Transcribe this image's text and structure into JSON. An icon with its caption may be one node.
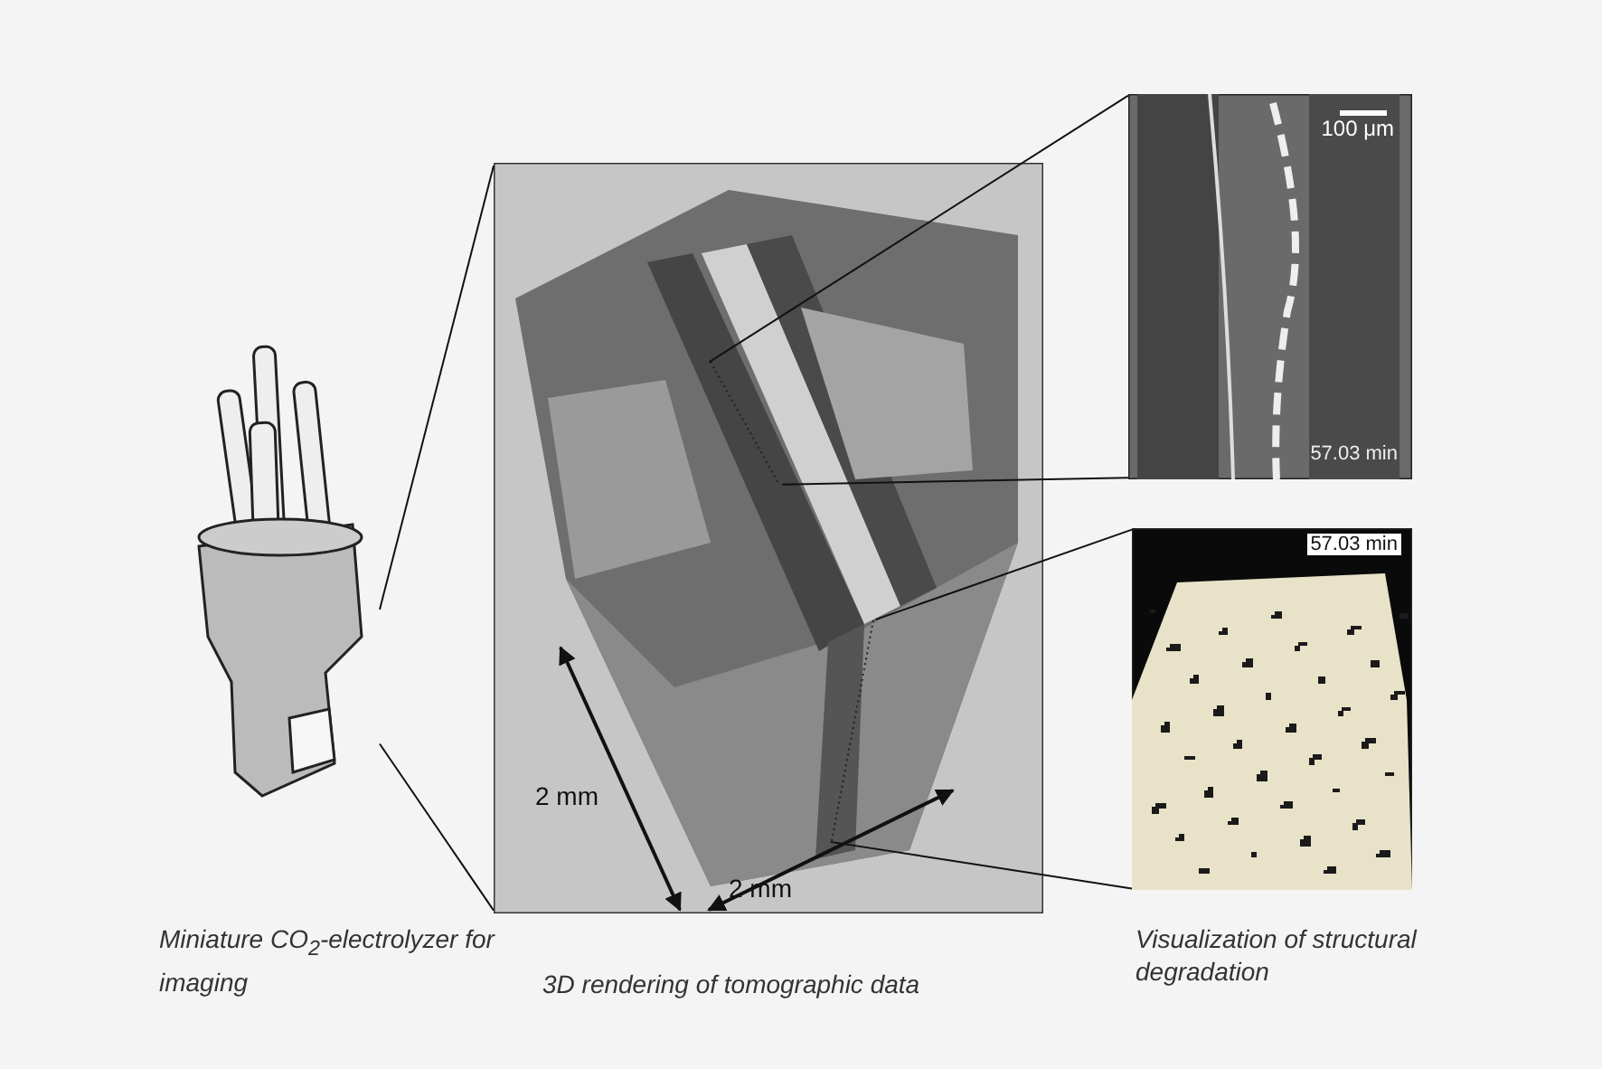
{
  "diagram": {
    "nodes": [
      {
        "text": [],
        "shape": "picture"
      },
      {
        "text": [],
        "shape": "picture"
      },
      {
        "text": [],
        "shape": "box",
        "in": 1
      },
      {
        "text": [],
        "shape": "box",
        "in": 1
      },
      {
        "text": [
          "100 μm",
          "57.03 min"
        ]
      },
      {
        "text": [
          "57.03 min"
        ]
      }
    ],
    "edges": [
      {
        "from": 0,
        "to": 1,
        "arrow": "none"
      },
      {
        "from": 0,
        "to": 1,
        "arrow": "none"
      },
      {
        "from": 2,
        "to": 4,
        "arrow": "none"
      },
      {
        "from": 2,
        "to": 4,
        "arrow": "none"
      },
      {
        "from": 3,
        "to": 5,
        "arrow": "none"
      },
      {
        "from": 3,
        "to": 5,
        "arrow": "none"
      }
    ],
    "labels": [
      "2 mm",
      "2 mm",
      "Miniature CO$_{2}$-electrolyzer for imaging",
      "3D rendering of tomographic data",
      "Visualization of structural degradation"
    ]
  }
}
